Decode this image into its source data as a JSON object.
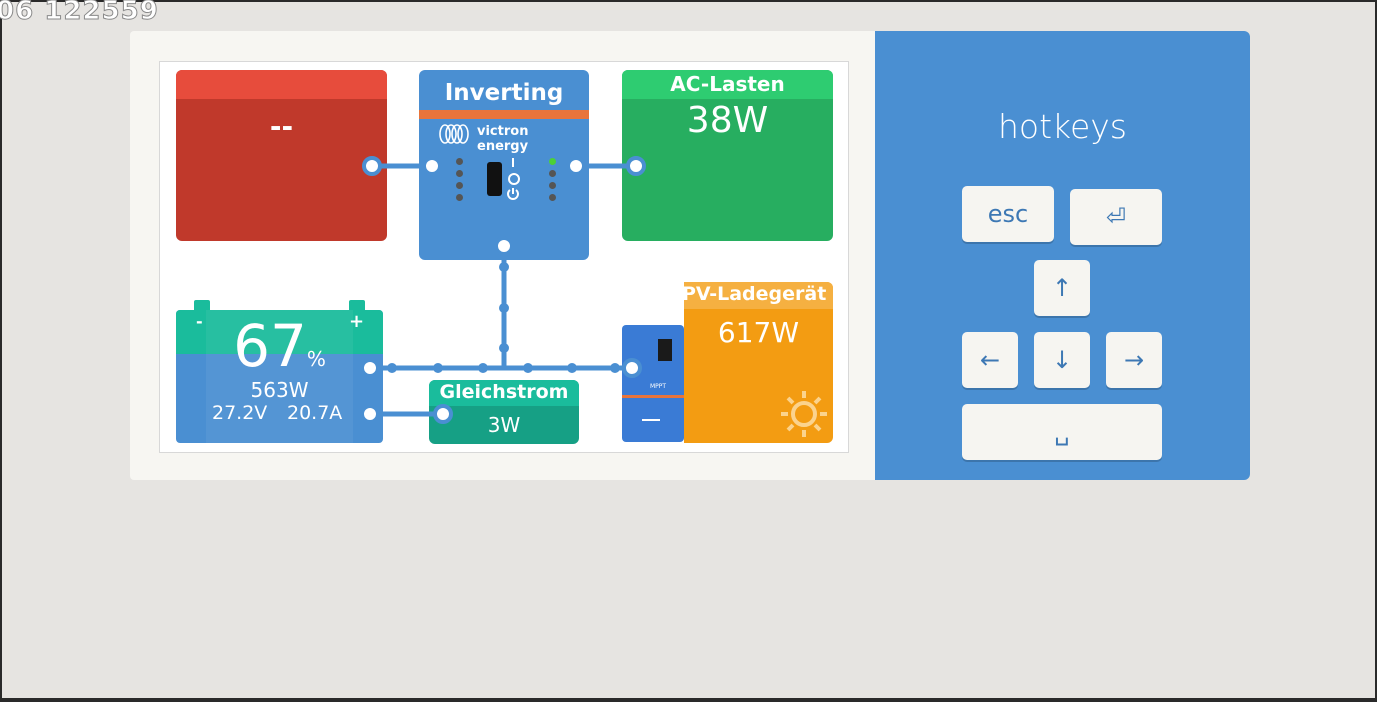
{
  "overlay_id": "06 122559",
  "overview": {
    "grid_tile": {
      "value": "--",
      "color": "#c0392b"
    },
    "inverter": {
      "state": "Inverting",
      "brand": "victron energy",
      "color": "#4a8fd2"
    },
    "ac_loads": {
      "title": "AC-Lasten",
      "power": "38W",
      "color": "#27ae60"
    },
    "battery": {
      "soc": "67",
      "soc_unit": "%",
      "power": "563W",
      "voltage": "27.2V",
      "current": "20.7A",
      "minus": "-",
      "plus": "+",
      "soc_fraction": 0.67
    },
    "dc": {
      "title": "Gleichstrom",
      "power": "3W"
    },
    "pv": {
      "title": "PV-Ladegerät",
      "power": "617W",
      "device_label": "MPPT"
    }
  },
  "hotkeys": {
    "title": "hotkeys",
    "keys": {
      "esc": "esc",
      "enter": "⏎",
      "up": "↑",
      "left": "←",
      "down": "↓",
      "right": "→",
      "space": "␣"
    }
  }
}
